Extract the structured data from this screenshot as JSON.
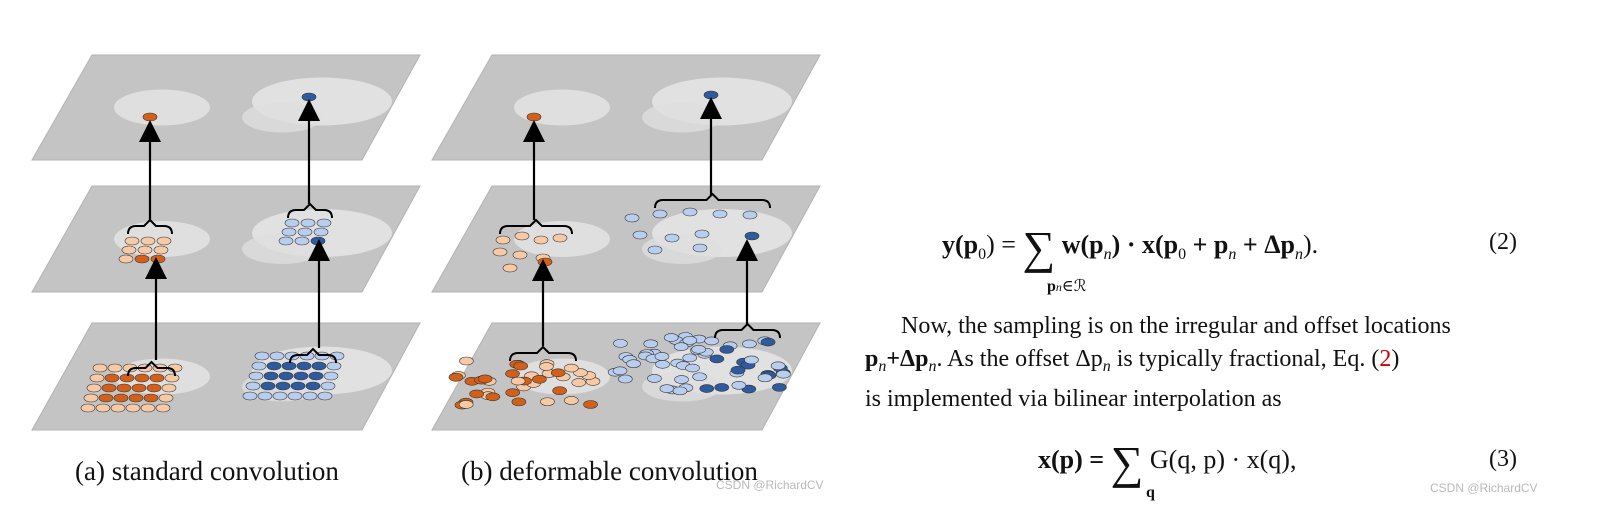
{
  "captions": {
    "standard": "(a) standard convolution",
    "deformable": "(b) deformable convolution"
  },
  "watermarks": {
    "figure": "CSDN @RichardCV",
    "text": "CSDN @RichardCV"
  },
  "equation2": {
    "lhs": "y(p",
    "lhs_sub": "0",
    "lhs_close": ") =",
    "sum": "∑",
    "sum_under": "p",
    "sum_under_sub": "n",
    "sum_under_rest": "∈ℛ",
    "rhs_w": "w(p",
    "rhs_w_sub": "n",
    "rhs_mid": ") · x(p",
    "rhs_mid_sub": "0",
    "rhs_plus": " + p",
    "rhs_plus_sub": "n",
    "rhs_delta": " + Δp",
    "rhs_delta_sub": "n",
    "rhs_end": ").",
    "number": "(2)"
  },
  "paragraph": {
    "line1": "Now, the sampling is on the irregular and offset locations",
    "line2a": "p",
    "line2a_sub": "n",
    "line2b": "+Δp",
    "line2b_sub": "n",
    "line2c": ". As the offset Δp",
    "line2c_sub": "n",
    "line2d": " is typically fractional, Eq. (",
    "line2_ref": "2",
    "line2e": ")",
    "line3": "is implemented via bilinear interpolation as"
  },
  "equation3": {
    "lhs": "x(p) =",
    "sum": "∑",
    "sum_under": "q",
    "rhs": "G(q, p) · x(q),",
    "number": "(3)"
  },
  "colors": {
    "orange_light": "#f7c9a4",
    "orange_dark": "#d2601a",
    "blue_light": "#b9cdee",
    "blue_dark": "#2f5a9e",
    "plane_gray": "#c4c4c4"
  }
}
